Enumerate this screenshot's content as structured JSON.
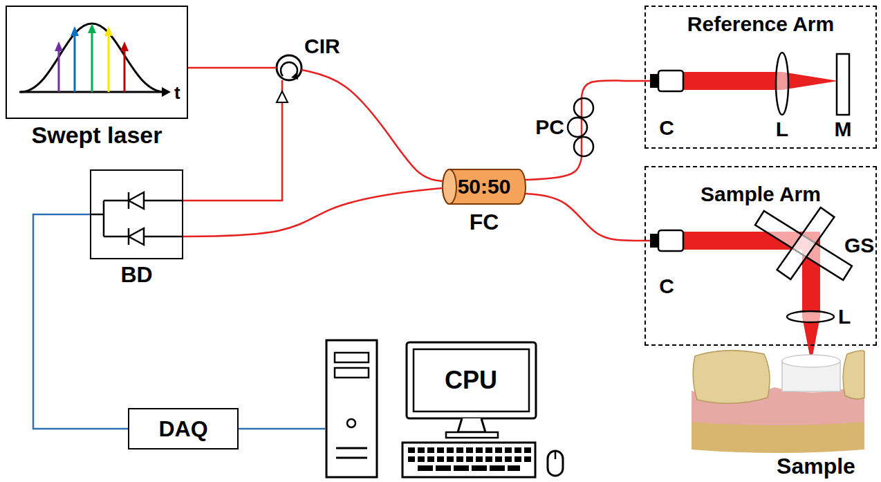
{
  "diagram": {
    "nodes": [
      {
        "text": [
          "Swept laser",
          "t"
        ]
      },
      {
        "text": [
          "CIR"
        ]
      },
      {
        "text": [
          "BD"
        ]
      },
      {
        "text": [
          "50:50",
          "FC"
        ]
      },
      {
        "text": [
          "PC"
        ]
      },
      {
        "text": [
          "Reference Arm"
        ]
      },
      {
        "text": [
          "C"
        ],
        "in": 5
      },
      {
        "text": [
          "L"
        ],
        "in": 5
      },
      {
        "text": [
          "M"
        ],
        "in": 5
      },
      {
        "text": [
          "Sample Arm"
        ]
      },
      {
        "text": [
          "C"
        ],
        "in": 9
      },
      {
        "text": [
          "GS"
        ],
        "in": 9
      },
      {
        "text": [
          "L"
        ],
        "in": 9
      },
      {
        "text": [
          "Sample"
        ]
      },
      {
        "text": [
          "DAQ"
        ]
      },
      {
        "text": [
          "CPU"
        ]
      }
    ],
    "edges": [
      {
        "from": 0,
        "to": 1,
        "arrow": "none"
      },
      {
        "from": 1,
        "to": 3,
        "arrow": "none"
      },
      {
        "from": 1,
        "to": 2,
        "arrow": "none"
      },
      {
        "from": 3,
        "to": 2,
        "arrow": "none"
      },
      {
        "from": 3,
        "to": 4,
        "arrow": "none"
      },
      {
        "from": 4,
        "to": 6,
        "arrow": "none"
      },
      {
        "from": 3,
        "to": 10,
        "arrow": "none"
      },
      {
        "from": 2,
        "to": 14,
        "arrow": "none"
      },
      {
        "from": 14,
        "to": 15,
        "arrow": "none"
      }
    ]
  }
}
